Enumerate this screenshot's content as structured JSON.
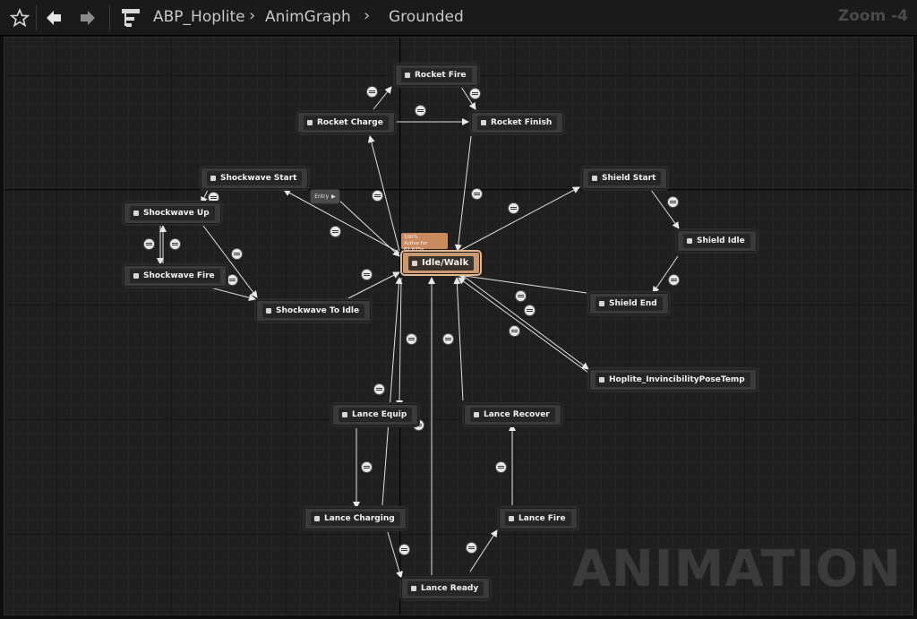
{
  "toolbar": {
    "crumbs": [
      "ABP_Hoplite",
      "AnimGraph",
      "Grounded"
    ],
    "zoom": "Zoom -4"
  },
  "graph": {
    "entry_label": "Entry",
    "active_tip": [
      "100%",
      "Active for 62.675s"
    ],
    "watermark": "ANIMATION",
    "nodes": {
      "rocket_fire": "Rocket Fire",
      "rocket_charge": "Rocket Charge",
      "rocket_finish": "Rocket Finish",
      "shockwave_start": "Shockwave Start",
      "shockwave_up": "Shockwave Up",
      "shockwave_fire": "Shockwave Fire",
      "shockwave_to_idle": "Shockwave To Idle",
      "idle_walk": "Idle/Walk",
      "shield_start": "Shield Start",
      "shield_idle": "Shield Idle",
      "shield_end": "Shield End",
      "hoplite_invincibility": "Hoplite_InvincibilityPoseTemp",
      "lance_equip": "Lance Equip",
      "lance_recover": "Lance Recover",
      "lance_charging": "Lance Charging",
      "lance_fire": "Lance Fire",
      "lance_ready": "Lance Ready"
    }
  }
}
